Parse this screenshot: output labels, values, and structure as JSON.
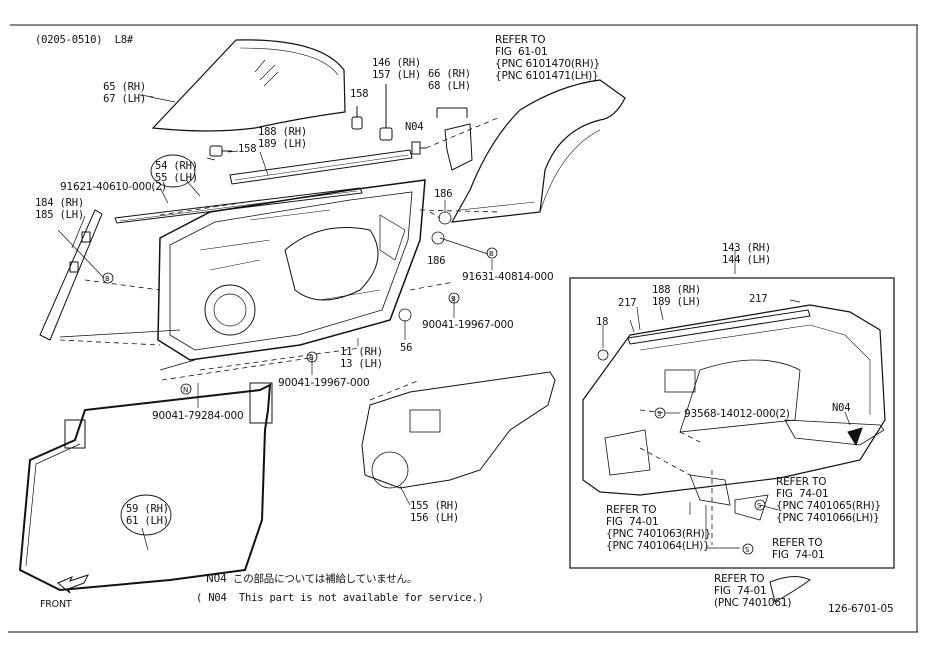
{
  "header": {
    "code": "(0205-0510)  L8#"
  },
  "labels": {
    "glass_rh": "65 (RH)",
    "glass_lh": "67 (LH)",
    "p158_a": "158",
    "p158_b": "158",
    "p146_rh": "146 (RH)",
    "p157_lh": "157 (LH)",
    "p66_rh": "66 (RH)",
    "p68_lh": "68 (LH)",
    "n04_top": "N04",
    "ref61_1": "REFER TO",
    "ref61_2": "FIG  61-01",
    "ref61_3": "{PNC 6101470(RH)}",
    "ref61_4": "{PNC 6101471(LH)}",
    "p188_rh": "188 (RH)",
    "p189_lh": "189 (LH)",
    "p54_rh": "54 (RH)",
    "p55_lh": "55 (LH)",
    "bolt_91621": "91621-40610-000(2)",
    "p184_rh": "184 (RH)",
    "p185_lh": "185 (LH)",
    "p186_a": "186",
    "p186_b": "186",
    "bolt_91631": "91631-40814-000",
    "p11_rh": "11 (RH)",
    "p13_lh": "13 (LH)",
    "p56": "56",
    "bolt_90041_a": "90041-19967-000",
    "bolt_90041_b": "90041-19967-000",
    "bolt_90041_c": "90041-79284-000",
    "p59_rh": "59 (RH)",
    "p61_lh": "61 (LH)",
    "p155_rh": "155 (RH)",
    "p156_lh": "156 (LH)",
    "p143_rh": "143 (RH)",
    "p144_lh": "144 (LH)",
    "p188b_rh": "188 (RH)",
    "p189b_lh": "189 (LH)",
    "p217_a": "217",
    "p217_b": "217",
    "p18": "18",
    "bolt_93568": "93568-14012-000(2)",
    "n04_panel": "N04",
    "ref74a_1": "REFER TO",
    "ref74a_2": "FIG  74-01",
    "ref74a_3": "{PNC 7401065(RH)}",
    "ref74a_4": "{PNC 7401066(LH)}",
    "ref74b_1": "REFER TO",
    "ref74b_2": "FIG  74-01",
    "ref74b_3": "{PNC 7401063(RH)}",
    "ref74b_4": "{PNC 7401064(LH)}",
    "ref74c_1": "REFER TO",
    "ref74c_2": "FIG  74-01",
    "ref74d_1": "REFER TO",
    "ref74d_2": "FIG  74-01",
    "ref74d_3": "(PNC 7401061)",
    "front": "FRONT",
    "note_jp": "N04  この部品については補給していません。",
    "note_en": "( N04  This part is not available for service.)",
    "figure_code": "126-6701-05"
  }
}
